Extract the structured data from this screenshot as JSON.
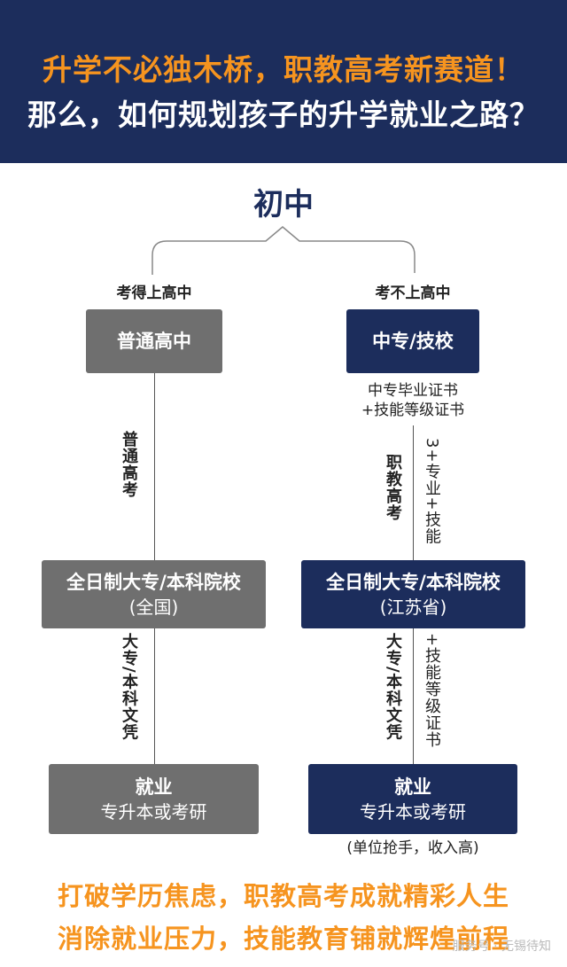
{
  "header": {
    "line1": "升学不必独木桥，职教高考新赛道！",
    "line2": "那么，如何规划孩子的升学就业之路？"
  },
  "root": "初中",
  "left": {
    "branch_label": "考得上高中",
    "box1": "普通高中",
    "edge1": "普通高考",
    "box2_line1": "全日制大专/本科院校",
    "box2_line2": "(全国)",
    "edge2": "大专/本科文凭",
    "box3_line1": "就业",
    "box3_line2": "专升本或考研"
  },
  "right": {
    "branch_label": "考不上高中",
    "box1": "中专/技校",
    "cert_line1": "中专毕业证书",
    "cert_line2": "+技能等级证书",
    "edge1_left": "职教高考",
    "edge1_right": "3+专业+技能",
    "box2_line1": "全日制大专/本科院校",
    "box2_line2": "(江苏省)",
    "edge2_left": "大专/本科文凭",
    "edge2_right": "+技能等级证书",
    "box3_line1": "就业",
    "box3_line2": "专升本或考研",
    "note": "(单位抢手，收入高)"
  },
  "footer": {
    "line1": "打破学历焦虑，职教高考成就精彩人生",
    "line2": "消除就业压力，技能教育铺就辉煌前程"
  },
  "watermark": "服务号 · 无锡待知"
}
